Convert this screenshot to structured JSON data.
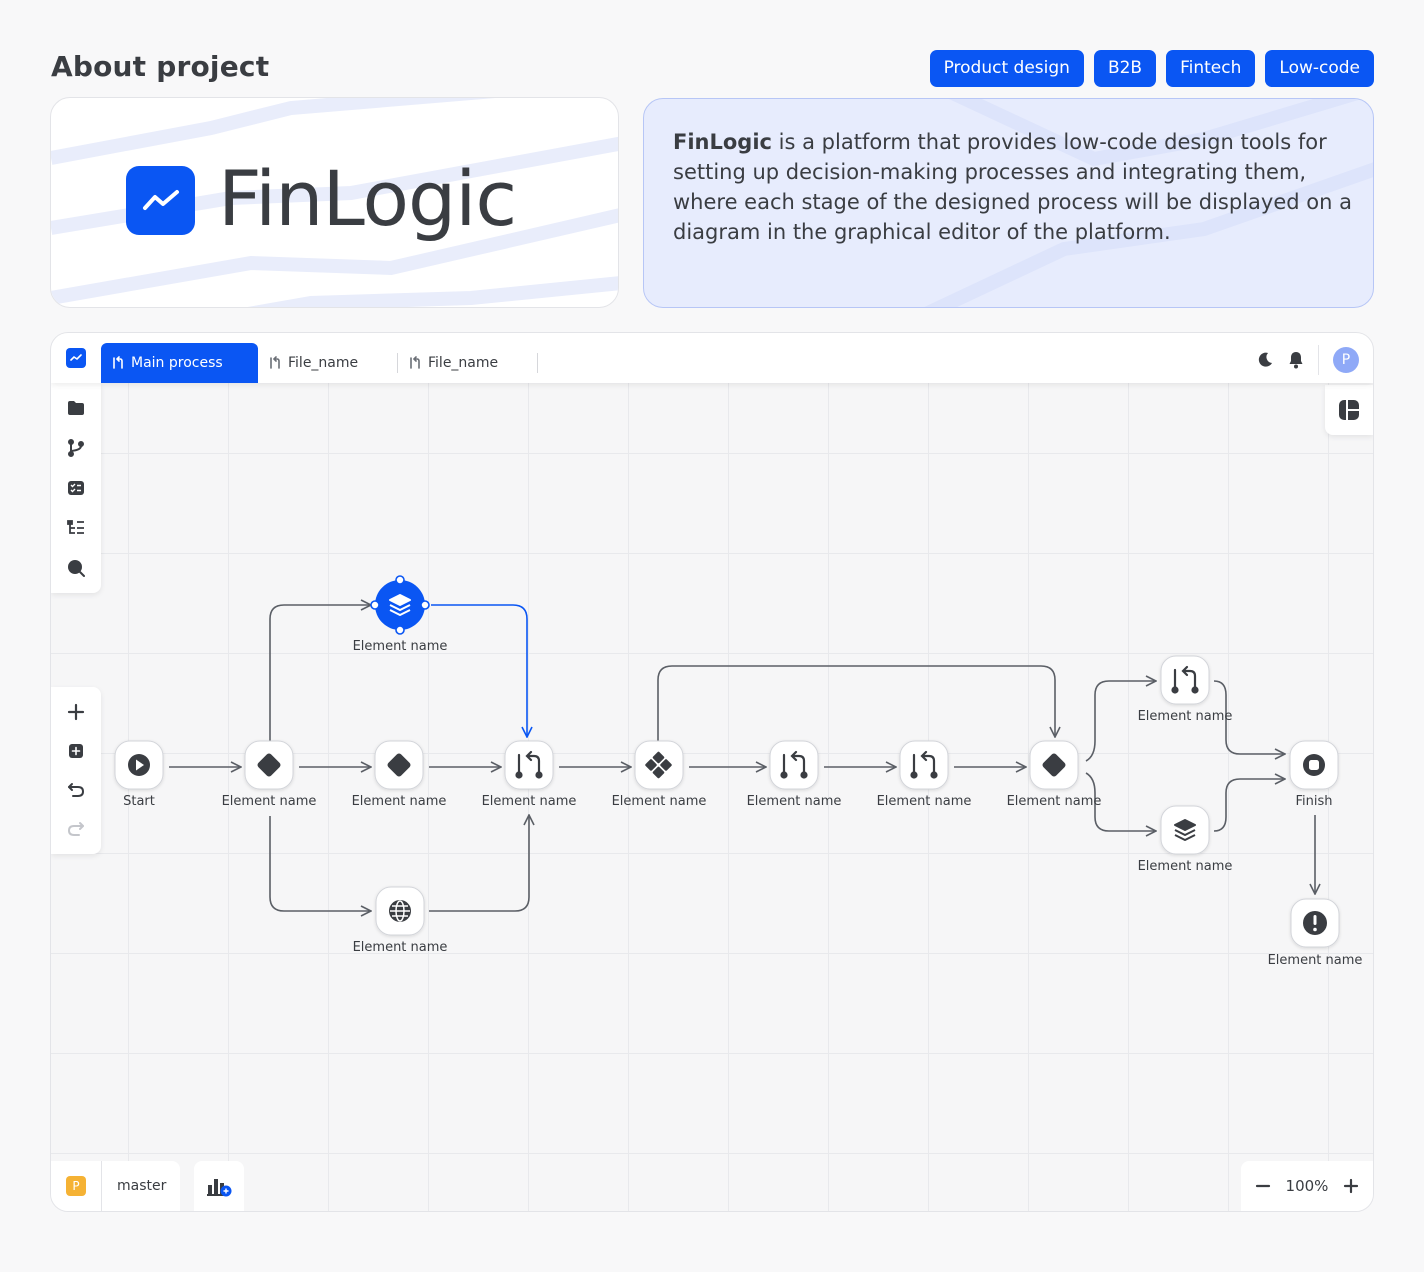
{
  "header": {
    "title": "About project",
    "tags": [
      "Product design",
      "B2B",
      "Fintech",
      "Low-code"
    ]
  },
  "logo": {
    "text": "FinLogic"
  },
  "description": {
    "brand": "FinLogic",
    "text": " is a platform that provides low-code design tools for setting up decision-making processes and integrating them, where each stage of the designed process will be displayed on a diagram in the graphical editor of the platform."
  },
  "editor": {
    "tabs": [
      {
        "label": "Main process",
        "active": true
      },
      {
        "label": "File_name",
        "active": false
      },
      {
        "label": "File_name",
        "active": false
      }
    ],
    "avatar": "P",
    "branch_badge": "P",
    "branch": "master",
    "zoom": "100%",
    "accent": "#0a56f3",
    "left_tools": [
      "folder-icon",
      "git-branch-icon",
      "checklist-icon",
      "tree-icon",
      "search-icon"
    ],
    "left_actions": [
      "plus-icon",
      "add-square-icon",
      "undo-icon",
      "redo-icon"
    ],
    "nodes": {
      "start": "Start",
      "gateway_1": "Element name",
      "service": "Element name",
      "gateway_2": "Element name",
      "web": "Element name",
      "merge_1": "Element name",
      "parallel": "Element name",
      "merge_2": "Element name",
      "merge_3": "Element name",
      "gateway_3": "Element name",
      "merge_top": "Element name",
      "layers_bottom": "Element name",
      "finish": "Finish",
      "error": "Element name"
    }
  }
}
